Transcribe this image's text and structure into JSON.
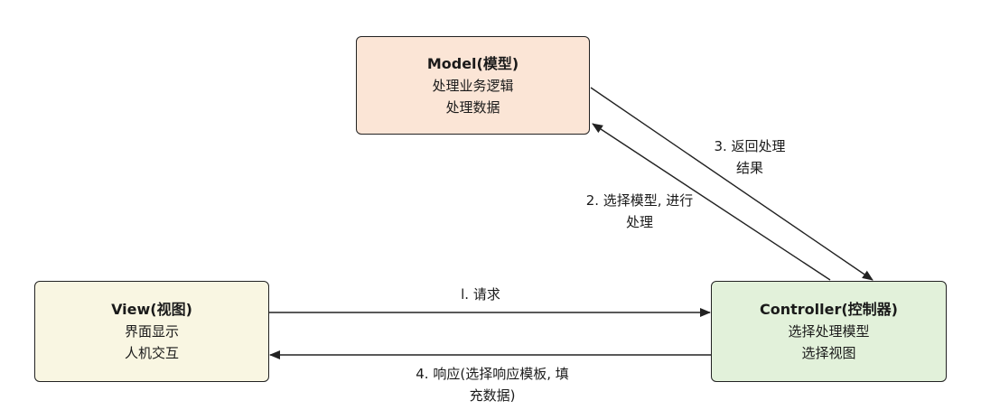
{
  "nodes": {
    "model": {
      "title": "Model(模型)",
      "lines": [
        "处理业务逻辑",
        "处理数据"
      ]
    },
    "view": {
      "title": "View(视图)",
      "lines": [
        "界面显示",
        "人机交互"
      ]
    },
    "controller": {
      "title": "Controller(控制器)",
      "lines": [
        "选择处理模型",
        "选择视图"
      ]
    }
  },
  "edges": {
    "request": {
      "lines": [
        "l. 请求"
      ]
    },
    "select_model": {
      "lines": [
        "2. 选择模型, 进行",
        "处理"
      ]
    },
    "return_result": {
      "lines": [
        "3. 返回处理",
        "结果"
      ]
    },
    "response": {
      "lines": [
        "4. 响应(选择响应模板, 填",
        "充数据)"
      ]
    }
  },
  "colors": {
    "model_fill": "#fbe5d6",
    "view_fill": "#f9f6e2",
    "controller_fill": "#e2f1da",
    "stroke": "#222222"
  }
}
